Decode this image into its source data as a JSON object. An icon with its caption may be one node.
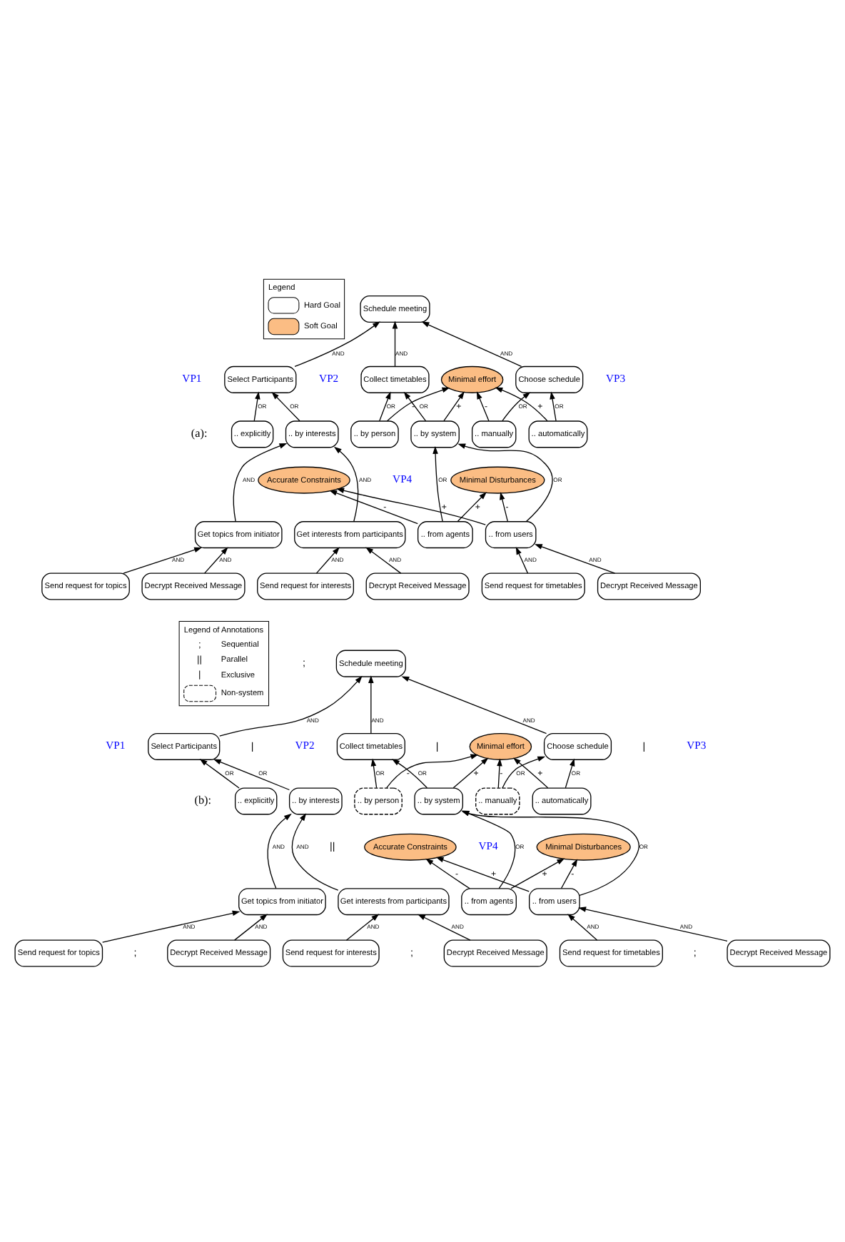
{
  "diagram": {
    "nodes": [
      {
        "text": [
          "Schedule meeting"
        ]
      },
      {
        "text": [
          "Select Participants"
        ]
      },
      {
        "text": [
          "Collect timetables"
        ]
      },
      {
        "text": [
          "Minimal effort"
        ]
      },
      {
        "text": [
          "Choose schedule"
        ]
      },
      {
        "text": [
          ".. explicitly"
        ]
      },
      {
        "text": [
          ".. by interests"
        ]
      },
      {
        "text": [
          ".. by person"
        ]
      },
      {
        "text": [
          ".. by system"
        ]
      },
      {
        "text": [
          ".. manually"
        ]
      },
      {
        "text": [
          ".. automatically"
        ]
      },
      {
        "text": [
          "Accurate Constraints"
        ]
      },
      {
        "text": [
          "Minimal Disturbances"
        ]
      },
      {
        "text": [
          "Get topics from initiator"
        ]
      },
      {
        "text": [
          "Get interests from participants"
        ]
      },
      {
        "text": [
          ".. from agents"
        ]
      },
      {
        "text": [
          ".. from users"
        ]
      },
      {
        "text": [
          "Send request for topics"
        ]
      },
      {
        "text": [
          "Decrypt Received Message"
        ]
      },
      {
        "text": [
          "Send request for interests"
        ]
      },
      {
        "text": [
          "Decrypt Received Message"
        ]
      },
      {
        "text": [
          "Send request for timetables"
        ]
      },
      {
        "text": [
          "Decrypt Received Message"
        ]
      },
      {
        "text": [
          "Schedule meeting"
        ]
      },
      {
        "text": [
          "Select Participants"
        ]
      },
      {
        "text": [
          "Collect timetables"
        ]
      },
      {
        "text": [
          "Minimal effort"
        ]
      },
      {
        "text": [
          "Choose schedule"
        ]
      },
      {
        "text": [
          ".. explicitly"
        ]
      },
      {
        "text": [
          ".. by interests"
        ]
      },
      {
        "text": [
          ".. by person"
        ]
      },
      {
        "text": [
          ".. by system"
        ]
      },
      {
        "text": [
          ".. manually"
        ]
      },
      {
        "text": [
          ".. automatically"
        ]
      },
      {
        "text": [
          "Accurate Constraints"
        ]
      },
      {
        "text": [
          "Minimal Disturbances"
        ]
      },
      {
        "text": [
          "Get topics from initiator"
        ]
      },
      {
        "text": [
          "Get interests from participants"
        ]
      },
      {
        "text": [
          ".. from agents"
        ]
      },
      {
        "text": [
          ".. from users"
        ]
      },
      {
        "text": [
          "Send request for topics"
        ]
      },
      {
        "text": [
          "Decrypt Received Message"
        ]
      },
      {
        "text": [
          "Send request for interests"
        ]
      },
      {
        "text": [
          "Decrypt Received Message"
        ]
      },
      {
        "text": [
          "Send request for timetables"
        ]
      },
      {
        "text": [
          "Decrypt Received Message"
        ]
      }
    ],
    "edges": [
      {
        "from": 1,
        "to": 0,
        "arrow": "to",
        "label": "AND"
      },
      {
        "from": 2,
        "to": 0,
        "arrow": "to",
        "label": "AND"
      },
      {
        "from": 4,
        "to": 0,
        "arrow": "to",
        "label": "AND"
      },
      {
        "from": 5,
        "to": 1,
        "arrow": "to",
        "label": "OR"
      },
      {
        "from": 6,
        "to": 1,
        "arrow": "to",
        "label": "OR"
      },
      {
        "from": 7,
        "to": 2,
        "arrow": "to",
        "label": "OR"
      },
      {
        "from": 8,
        "to": 2,
        "arrow": "to",
        "label": "OR"
      },
      {
        "from": 7,
        "to": 3,
        "arrow": "to",
        "label": "-"
      },
      {
        "from": 8,
        "to": 3,
        "arrow": "to",
        "label": "+"
      },
      {
        "from": 9,
        "to": 3,
        "arrow": "to",
        "label": "-"
      },
      {
        "from": 10,
        "to": 3,
        "arrow": "to",
        "label": "+"
      },
      {
        "from": 9,
        "to": 4,
        "arrow": "to",
        "label": "OR"
      },
      {
        "from": 10,
        "to": 4,
        "arrow": "to",
        "label": "OR"
      },
      {
        "from": 13,
        "to": 6,
        "arrow": "to",
        "label": "AND"
      },
      {
        "from": 14,
        "to": 6,
        "arrow": "to",
        "label": "AND"
      },
      {
        "from": 15,
        "to": 8,
        "arrow": "to",
        "label": "OR"
      },
      {
        "from": 16,
        "to": 8,
        "arrow": "to",
        "label": "OR"
      },
      {
        "from": 15,
        "to": 11,
        "arrow": "to",
        "label": "-"
      },
      {
        "from": 16,
        "to": 11,
        "arrow": "to",
        "label": "+"
      },
      {
        "from": 15,
        "to": 12,
        "arrow": "to",
        "label": "+"
      },
      {
        "from": 16,
        "to": 12,
        "arrow": "to",
        "label": "-"
      },
      {
        "from": 17,
        "to": 13,
        "arrow": "to",
        "label": "AND"
      },
      {
        "from": 18,
        "to": 13,
        "arrow": "to",
        "label": "AND"
      },
      {
        "from": 19,
        "to": 14,
        "arrow": "to",
        "label": "AND"
      },
      {
        "from": 20,
        "to": 14,
        "arrow": "to",
        "label": "AND"
      },
      {
        "from": 21,
        "to": 16,
        "arrow": "to",
        "label": "AND"
      },
      {
        "from": 22,
        "to": 16,
        "arrow": "to",
        "label": "AND"
      },
      {
        "from": 24,
        "to": 23,
        "arrow": "to",
        "label": "AND"
      },
      {
        "from": 25,
        "to": 23,
        "arrow": "to",
        "label": "AND"
      },
      {
        "from": 27,
        "to": 23,
        "arrow": "to",
        "label": "AND"
      },
      {
        "from": 28,
        "to": 24,
        "arrow": "to",
        "label": "OR"
      },
      {
        "from": 29,
        "to": 24,
        "arrow": "to",
        "label": "OR"
      },
      {
        "from": 30,
        "to": 25,
        "arrow": "to",
        "label": "OR"
      },
      {
        "from": 31,
        "to": 25,
        "arrow": "to",
        "label": "OR"
      },
      {
        "from": 30,
        "to": 26,
        "arrow": "to",
        "label": "-"
      },
      {
        "from": 31,
        "to": 26,
        "arrow": "to",
        "label": "+"
      },
      {
        "from": 32,
        "to": 26,
        "arrow": "to",
        "label": "-"
      },
      {
        "from": 33,
        "to": 26,
        "arrow": "to",
        "label": "+"
      },
      {
        "from": 32,
        "to": 27,
        "arrow": "to",
        "label": "OR"
      },
      {
        "from": 33,
        "to": 27,
        "arrow": "to",
        "label": "OR"
      },
      {
        "from": 36,
        "to": 29,
        "arrow": "to",
        "label": "AND"
      },
      {
        "from": 37,
        "to": 29,
        "arrow": "to",
        "label": "AND"
      },
      {
        "from": 38,
        "to": 31,
        "arrow": "to",
        "label": "OR"
      },
      {
        "from": 39,
        "to": 31,
        "arrow": "to",
        "label": "OR"
      },
      {
        "from": 38,
        "to": 34,
        "arrow": "to",
        "label": "-"
      },
      {
        "from": 39,
        "to": 34,
        "arrow": "to",
        "label": "+"
      },
      {
        "from": 38,
        "to": 35,
        "arrow": "to",
        "label": "+"
      },
      {
        "from": 39,
        "to": 35,
        "arrow": "to",
        "label": "-"
      },
      {
        "from": 40,
        "to": 36,
        "arrow": "to",
        "label": "AND"
      },
      {
        "from": 41,
        "to": 36,
        "arrow": "to",
        "label": "AND"
      },
      {
        "from": 42,
        "to": 37,
        "arrow": "to",
        "label": "AND"
      },
      {
        "from": 43,
        "to": 37,
        "arrow": "to",
        "label": "AND"
      },
      {
        "from": 44,
        "to": 39,
        "arrow": "to",
        "label": "AND"
      },
      {
        "from": 45,
        "to": 39,
        "arrow": "to",
        "label": "AND"
      }
    ],
    "labels": [
      "Legend",
      "(a):",
      "VP1",
      "VP2",
      "VP3",
      "VP4",
      "Legend of Annotations",
      ";",
      "||",
      "|",
      "(b):",
      ";",
      "VP1",
      "|",
      "VP2",
      "|",
      "|",
      "VP3",
      "||",
      ";",
      ";",
      ";",
      "VP4"
    ],
    "legend": [
      {
        "text": "Hard Goal"
      },
      {
        "text": "Soft Goal"
      },
      {
        "text": "Sequential"
      },
      {
        "text": "Parallel"
      },
      {
        "text": "Exclusive"
      },
      {
        "text": "Non-system"
      }
    ]
  }
}
